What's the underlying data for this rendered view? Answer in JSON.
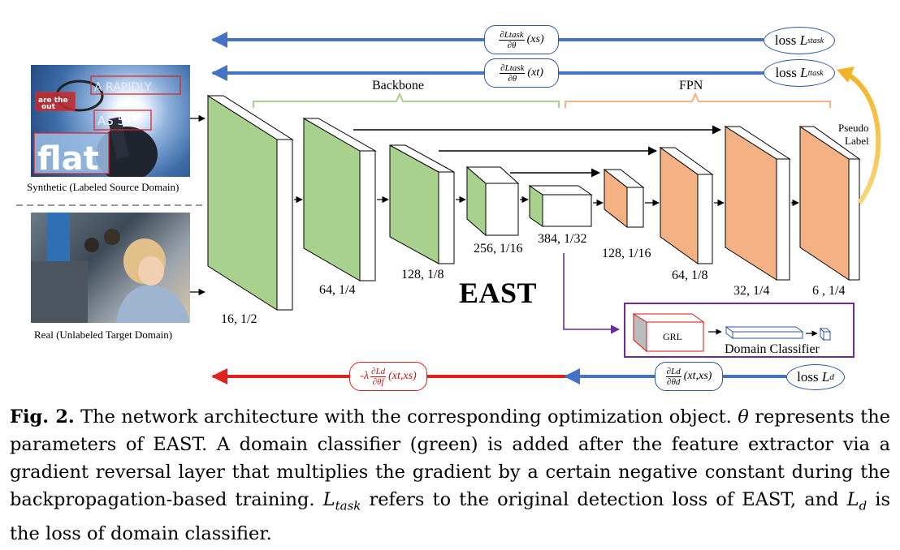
{
  "colors": {
    "backbone_green": "#a9d18e",
    "fpn_orange": "#f4b183",
    "arrow_blue": "#4472c4",
    "arrow_red": "#e0221d",
    "domain_box_purple": "#6a2aa0",
    "backbone_brace": "#a9d18e",
    "fpn_brace": "#f4b183",
    "pseudo_label_arrow": "#f2c13b"
  },
  "inputs": {
    "synthetic_label": "Synthetic (Labeled Source Domain)",
    "real_label": "Real (Unlabeled Target Domain)",
    "synthetic_text": [
      "A RAPIDLY",
      "AS 50",
      "flat",
      "are the",
      "out"
    ]
  },
  "groups": {
    "backbone": "Backbone",
    "fpn": "FPN",
    "pseudo_label": [
      "Pseudo",
      "Label"
    ]
  },
  "layers": {
    "backbone": [
      "16, 1/2",
      "64, 1/4",
      "128, 1/8",
      "256, 1/16",
      "384, 1/32"
    ],
    "fpn": [
      "128, 1/16",
      "64, 1/8",
      "32, 1/4",
      "6 , 1/4"
    ]
  },
  "model_name": "EAST",
  "domain_classifier": {
    "grl": "GRL",
    "label": "Domain Classifier"
  },
  "losses": {
    "source": {
      "loss": "loss",
      "symbol": "L",
      "sup": "s",
      "sub": "task"
    },
    "target": {
      "loss": "loss",
      "symbol": "L",
      "sup": "t",
      "sub": "task"
    },
    "domain": {
      "loss": "loss",
      "symbol": "L",
      "sub": "d"
    }
  },
  "gradients": {
    "source": {
      "num": "∂Ltask",
      "den": "∂θ",
      "args": "(xs)"
    },
    "target": {
      "num": "∂Ltask",
      "den": "∂θ",
      "args": "(xt)"
    },
    "domain": {
      "num": "∂Ld",
      "den": "∂θd",
      "args": "(xt,xs)"
    },
    "reversed": {
      "prefix": "-λ",
      "num": "∂Ld",
      "den": "∂θf",
      "args": "(xt,xs)"
    }
  },
  "caption": {
    "fig_label": "Fig. 2.",
    "text_1": "The network architecture with the corresponding optimization object.",
    "theta": "θ",
    "text_2": "represents the parameters of EAST. A domain classifier (green) is added after the feature extractor via a gradient reversal layer that multiplies the gradient by a certain negative constant during the backpropagation-based training.",
    "ltask": "L",
    "ltask_sub": "task",
    "text_3": "refers to the original detection loss of EAST, and",
    "ld": "L",
    "ld_sub": "d",
    "text_4": "is the loss of domain classifier."
  }
}
